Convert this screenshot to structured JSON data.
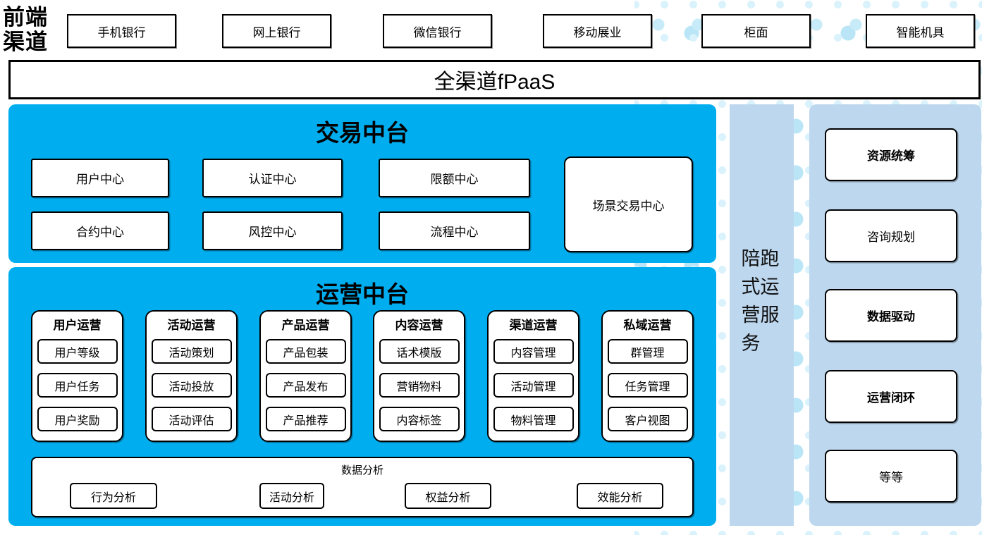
{
  "colors": {
    "accent_blue": "#00aef0",
    "light_blue": "#bdd7ee",
    "dot_blue": "#c7ebf8"
  },
  "front_channels": {
    "label": "前端渠道",
    "items": [
      "手机银行",
      "网上银行",
      "微信银行",
      "移动展业",
      "柜面",
      "智能机具"
    ]
  },
  "fpaas_bar": {
    "label": "全渠道fPaaS"
  },
  "trading_platform": {
    "title": "交易中台",
    "boxes": [
      "用户中心",
      "认证中心",
      "限额中心",
      "合约中心",
      "风控中心",
      "流程中心"
    ],
    "tall_box": "场景交易中心"
  },
  "operations_platform": {
    "title": "运营中台",
    "columns": [
      {
        "header": "用户运营",
        "items": [
          "用户等级",
          "用户任务",
          "用户奖励"
        ]
      },
      {
        "header": "活动运营",
        "items": [
          "活动策划",
          "活动投放",
          "活动评估"
        ]
      },
      {
        "header": "产品运营",
        "items": [
          "产品包装",
          "产品发布",
          "产品推荐"
        ]
      },
      {
        "header": "内容运营",
        "items": [
          "话术模版",
          "营销物料",
          "内容标签"
        ]
      },
      {
        "header": "渠道运营",
        "items": [
          "内容管理",
          "活动管理",
          "物料管理"
        ]
      },
      {
        "header": "私域运营",
        "items": [
          "群管理",
          "任务管理",
          "客户视图"
        ]
      }
    ],
    "analysis": {
      "title": "数据分析",
      "items": [
        "行为分析",
        "活动分析",
        "权益分析",
        "效能分析"
      ]
    }
  },
  "side_bar": {
    "label": "陪跑式运营服务"
  },
  "service_panel": {
    "items": [
      {
        "label": "资源统筹"
      },
      {
        "label": "咨询规划"
      },
      {
        "label": "数据驱动"
      },
      {
        "label": "运营闭环"
      },
      {
        "label": "等等"
      }
    ]
  }
}
